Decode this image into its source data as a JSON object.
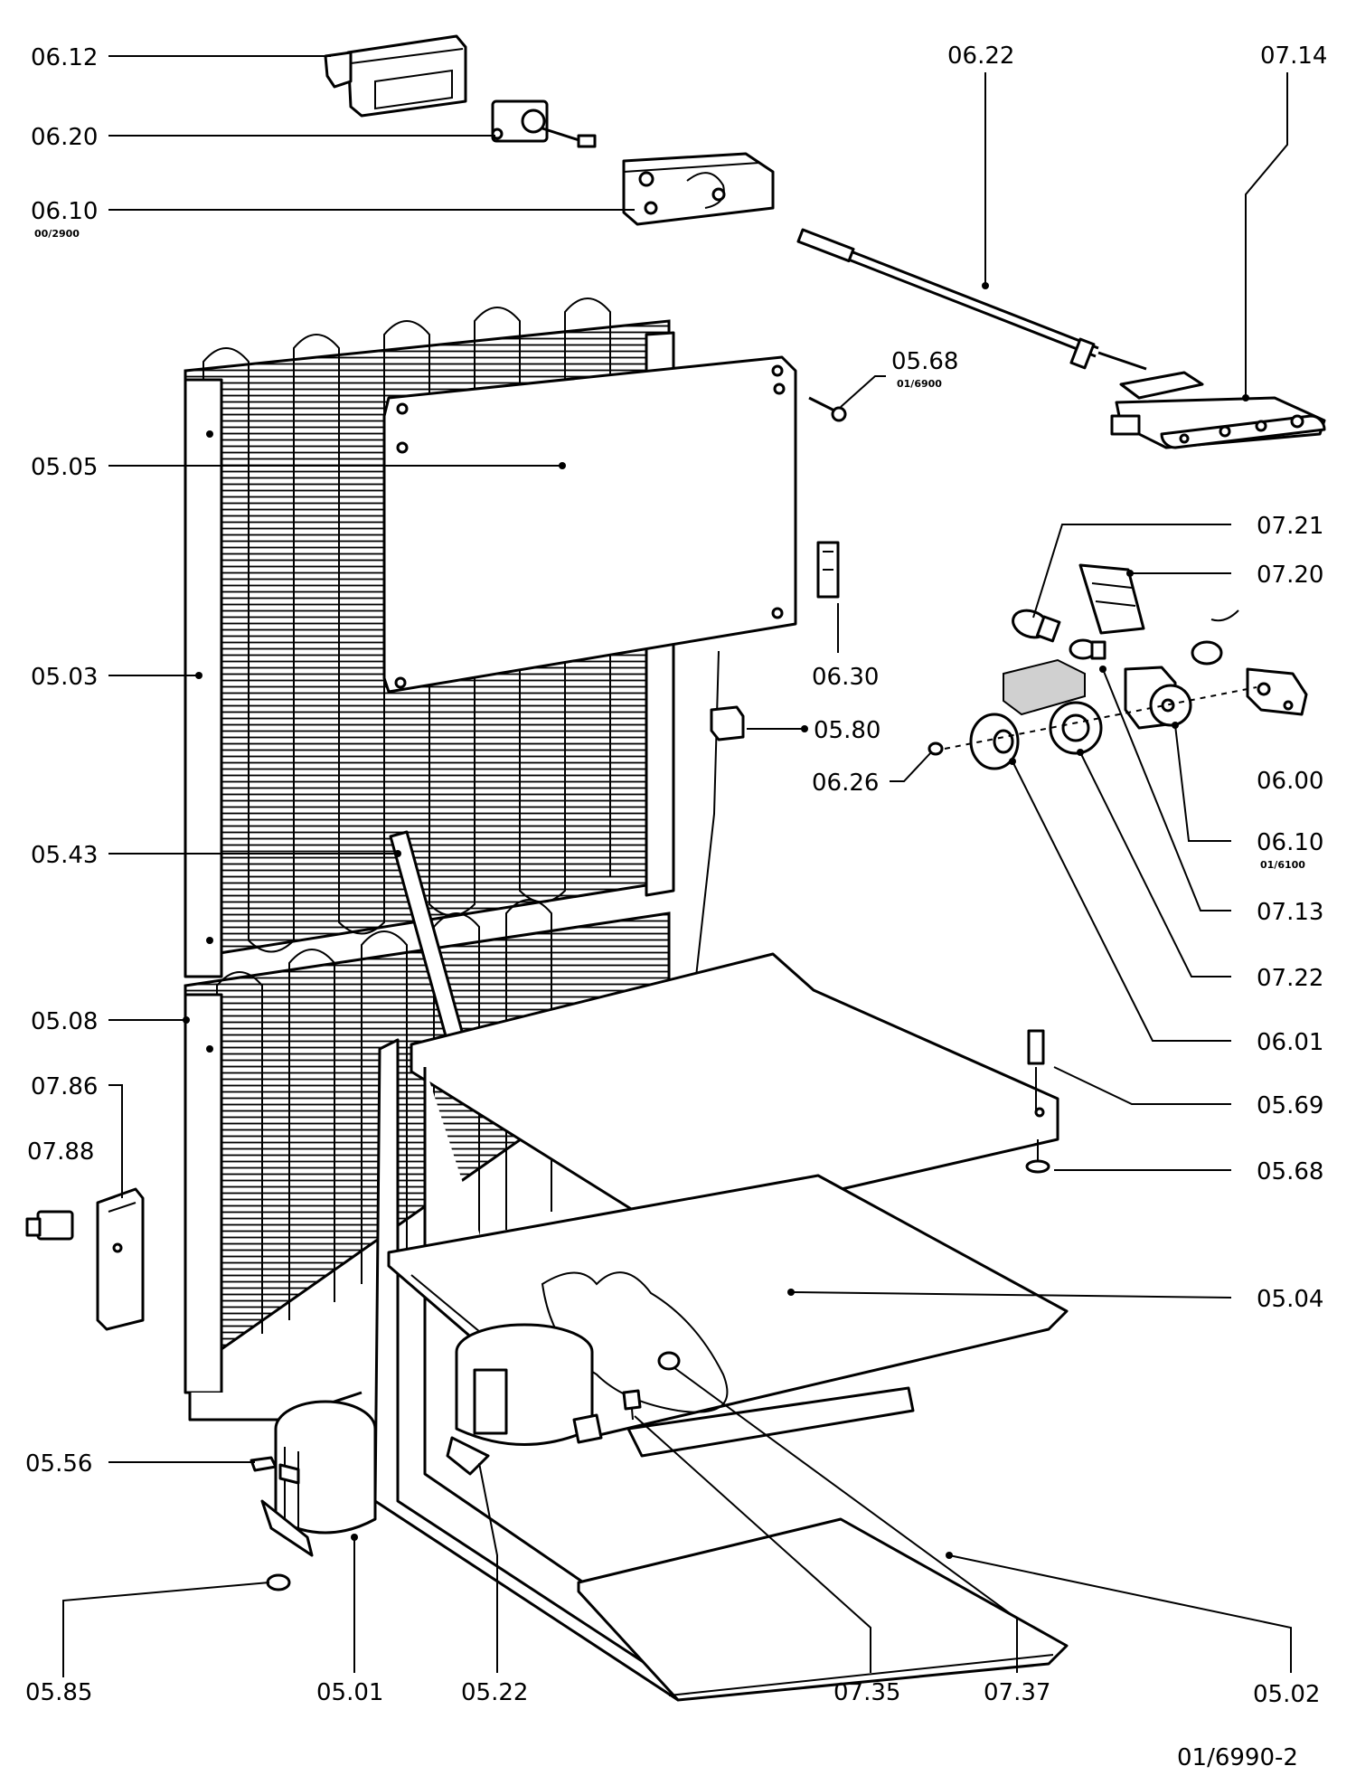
{
  "drawing_number": "01/6990-2",
  "callouts": {
    "c_0612": "06.12",
    "c_0620": "06.20",
    "c_0610a": "06.10",
    "c_0610a_sub": "00/2900",
    "c_0622": "06.22",
    "c_0714": "07.14",
    "c_0568a": "05.68",
    "c_0568a_sub": "01/6900",
    "c_0505": "05.05",
    "c_0721": "07.21",
    "c_0720": "07.20",
    "c_0503": "05.03",
    "c_0630": "06.30",
    "c_0580": "05.80",
    "c_0600": "06.00",
    "c_0626": "06.26",
    "c_0543": "05.43",
    "c_0610b": "06.10",
    "c_0610b_sub": "01/6100",
    "c_0713": "07.13",
    "c_0722": "07.22",
    "c_0508": "05.08",
    "c_0601": "06.01",
    "c_0786": "07.86",
    "c_0569": "05.69",
    "c_0788": "07.88",
    "c_0568b": "05.68",
    "c_0504": "05.04",
    "c_0556": "05.56",
    "c_0585": "05.85",
    "c_0501": "05.01",
    "c_0522": "05.22",
    "c_0735": "07.35",
    "c_0737": "07.37",
    "c_0502": "05.02"
  }
}
